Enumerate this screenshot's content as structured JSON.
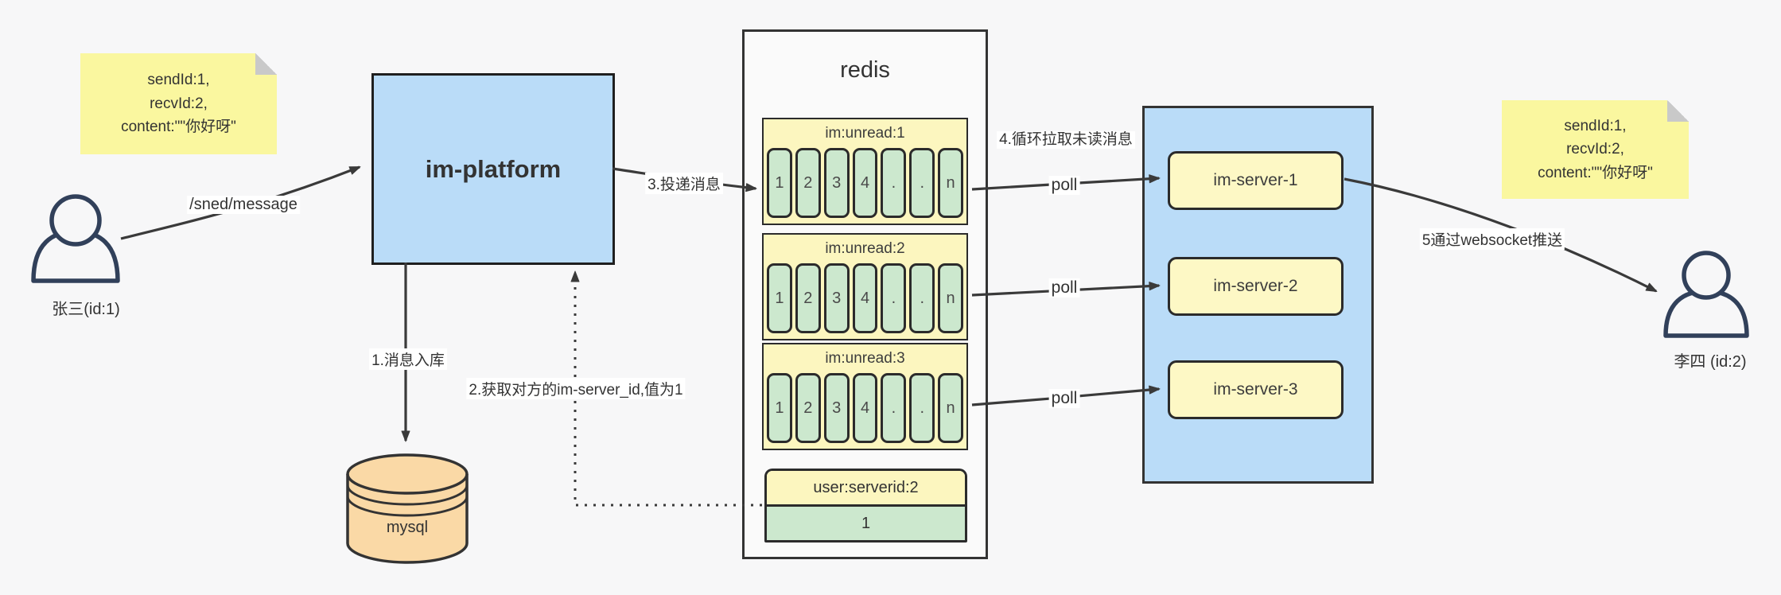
{
  "colors": {
    "background": "#f7f7f8",
    "node_blue": "#badcf8",
    "note_yellow": "#faf79f",
    "queue_yellow": "#fcf6bf",
    "cell_green": "#cce8ce",
    "db_orange": "#fad9a6",
    "line_dark": "#3a3a3a",
    "person_stroke": "#31405a"
  },
  "sender": {
    "label": "张三(id:1)"
  },
  "receiver": {
    "label": "李四 (id:2)"
  },
  "notes": {
    "left": {
      "line1": "sendId:1,",
      "line2": "recvId:2,",
      "line3": "content:\"\"你好呀\""
    },
    "right": {
      "line1": "sendId:1,",
      "line2": "recvId:2,",
      "line3": "content:\"\"你好呀\""
    }
  },
  "platform": {
    "label": "im-platform"
  },
  "database": {
    "label": "mysql"
  },
  "redis": {
    "title": "redis",
    "queues": [
      {
        "title": "im:unread:1",
        "cells": [
          "1",
          "2",
          "3",
          "4",
          ".",
          ".",
          "n"
        ]
      },
      {
        "title": "im:unread:2",
        "cells": [
          "1",
          "2",
          "3",
          "4",
          ".",
          ".",
          "n"
        ]
      },
      {
        "title": "im:unread:3",
        "cells": [
          "1",
          "2",
          "3",
          "4",
          ".",
          ".",
          "n"
        ]
      }
    ],
    "server_map": {
      "title": "user:serverid:2",
      "value": "1"
    }
  },
  "cluster": {
    "servers": [
      "im-server-1",
      "im-server-2",
      "im-server-3"
    ]
  },
  "labels": {
    "send_endpoint": "/sned/message",
    "step1": "1.消息入库",
    "step2": "2.获取对方的im-server_id,值为1",
    "step3": "3.投递消息",
    "step4": "4.循环拉取未读消息",
    "step5": "5通过websocket推送",
    "poll": "poll"
  }
}
